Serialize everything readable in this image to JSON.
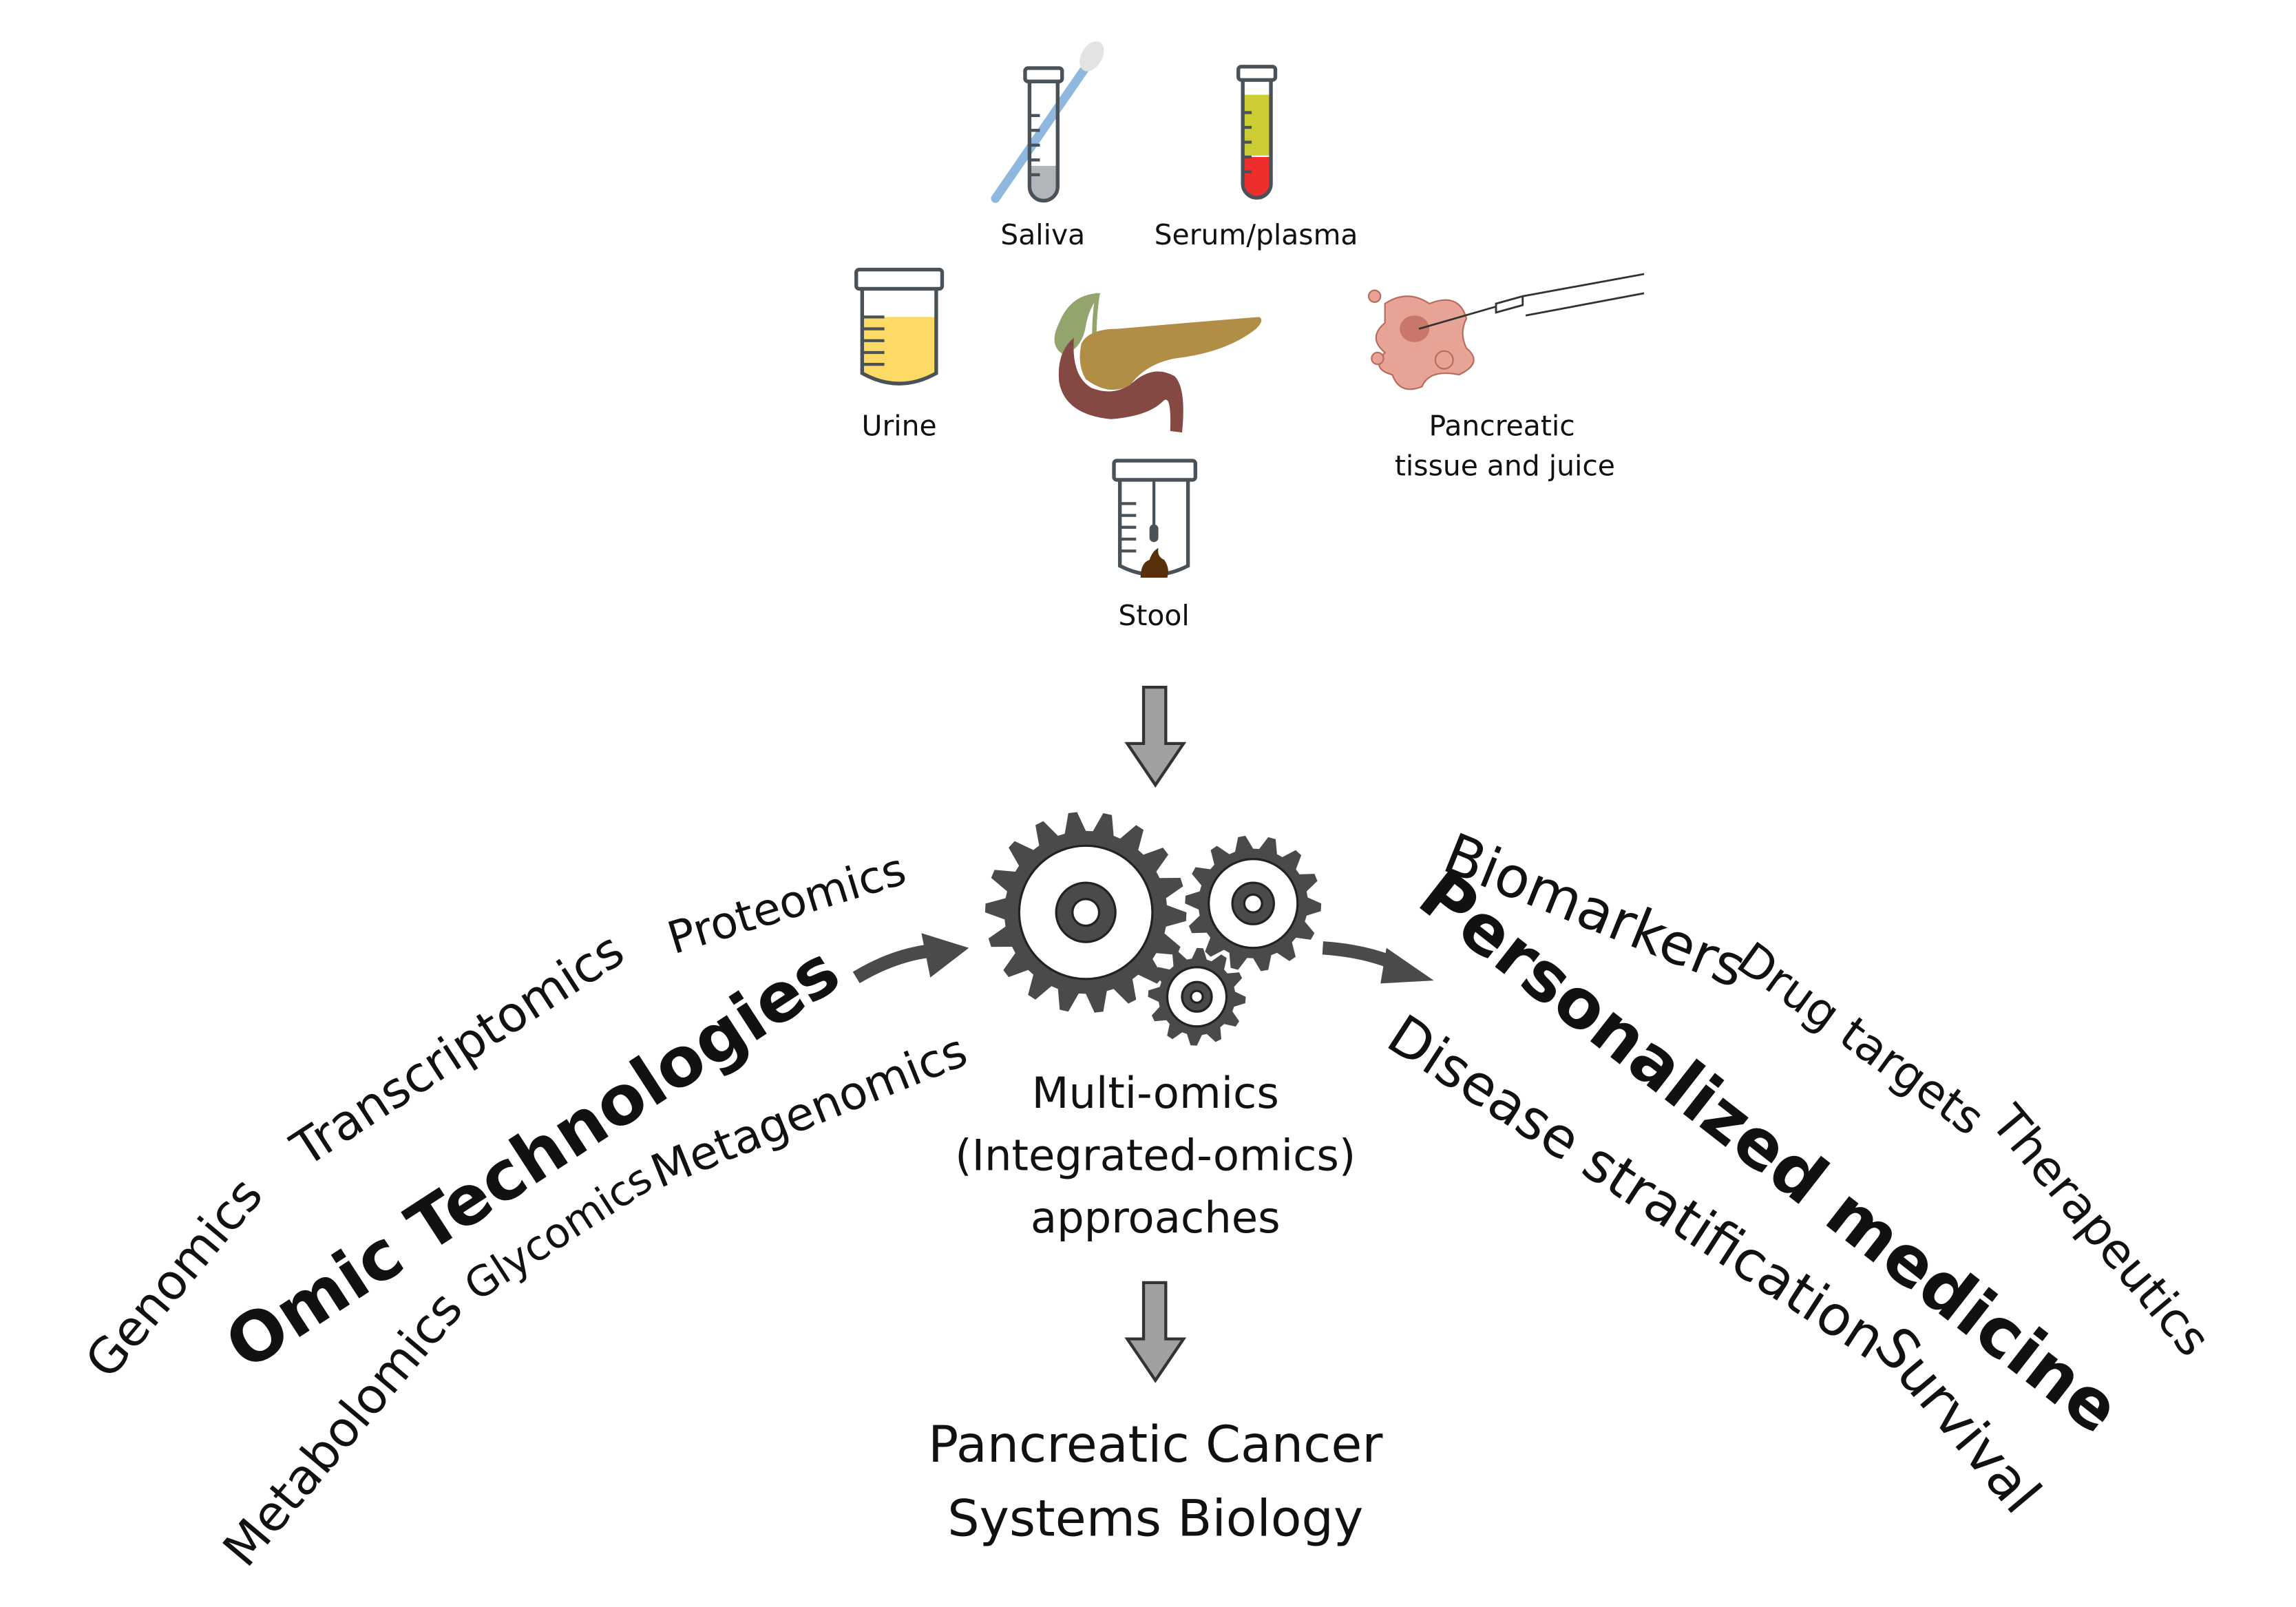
{
  "samples": {
    "saliva": "Saliva",
    "serum": "Serum/plasma",
    "urine": "Urine",
    "tissue_line1": "Pancreatic",
    "tissue_line2": "tissue and juice",
    "stool": "Stool"
  },
  "omics": {
    "title": "Omic Technologies",
    "genomics": "Genomics",
    "transcriptomics": "Transcriptomics",
    "proteomics": "Proteomics",
    "metabolomics": "Metabolomics",
    "glycomics": "Glycomics",
    "metagenomics": "Metagenomics"
  },
  "center": {
    "line1": "Multi-omics",
    "line2": "(Integrated-omics)",
    "line3": "approaches"
  },
  "medicine": {
    "title": "Personalized medicine",
    "biomarkers": "Biomarkers",
    "drug_targets": "Drug targets",
    "therapeutics": "Therapeutics",
    "disease_stratification": "Disease stratification",
    "survival": "Survival"
  },
  "result": {
    "line1": "Pancreatic Cancer",
    "line2": "Systems Biology"
  },
  "colors": {
    "gear": "#4a4a4a",
    "arrow_fill": "#a0a0a0",
    "urine": "#fdd966",
    "serum": "#cccc33",
    "blood": "#ee2d2d",
    "saliva": "#b2b6ba",
    "swab": "#8fb8e0",
    "pancreas": "#b08e46",
    "duodenum": "#844943",
    "gallbladder": "#93a46c",
    "tissue": "#e8a397",
    "stool": "#5a300a"
  }
}
